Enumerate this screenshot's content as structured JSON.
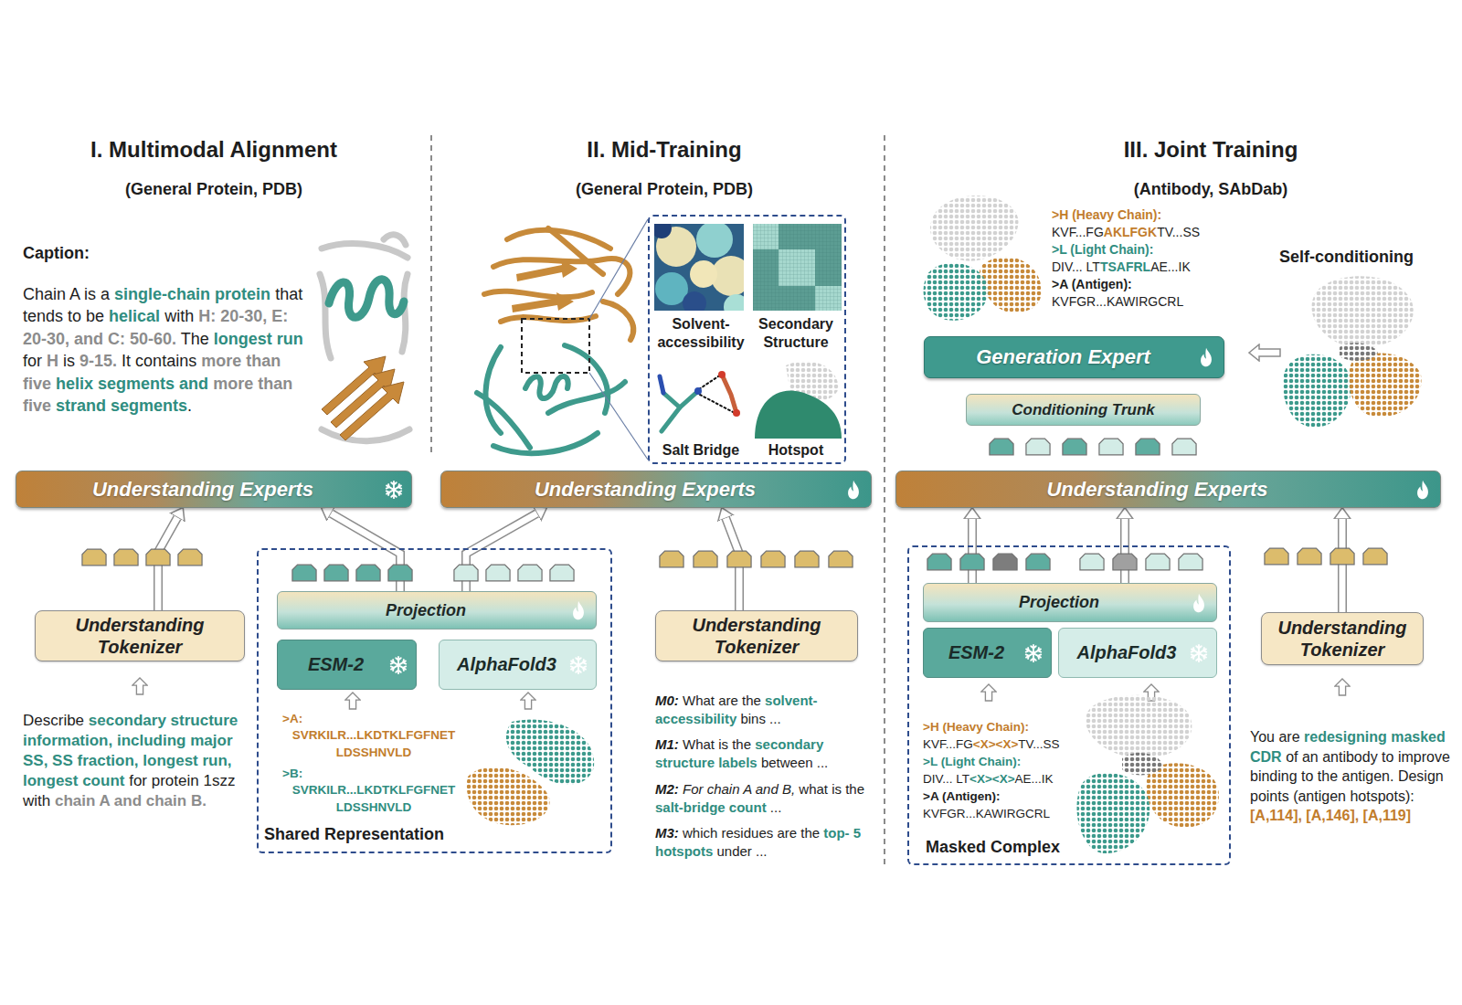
{
  "diagram": {
    "nodes": [
      {
        "text": [
          "Understanding Experts"
        ]
      },
      {
        "text": [
          "Understanding Tokenizer"
        ]
      },
      {
        "text": [
          ">A:",
          "SVRKILR...LKDTKLFGFNET LDSSHNVLD",
          ">B:",
          "SVRKILR...LKDTKLFGFNET LDSSHNVLD",
          "Shared Representation"
        ]
      },
      {
        "text": [
          "Projection"
        ],
        "in": 2
      },
      {
        "text": [
          "ESM-2"
        ],
        "in": 2
      },
      {
        "text": [
          "AlphaFold3"
        ],
        "in": 2
      },
      {
        "text": [
          "Solvent- accessibility",
          "Secondary Structure",
          "Salt Bridge",
          "Hotspot"
        ]
      },
      {
        "text": [
          "Understanding Experts"
        ]
      },
      {
        "text": [
          "Understanding Tokenizer"
        ]
      },
      {
        "text": [
          "Generation Expert"
        ]
      },
      {
        "text": [
          "Conditioning Trunk"
        ]
      },
      {
        "text": [
          "Understanding Experts"
        ]
      },
      {
        "text": [
          ">H (Heavy Chain):",
          "KVF...FG",
          "<X><X>",
          "TV...SS",
          ">L (Light Chain):",
          "DIV... LT",
          "<X><X>",
          "AE...IK",
          ">A (Antigen):",
          "KVFGR...KAWIRGCRL",
          "Masked Complex"
        ]
      },
      {
        "text": [
          "Projection"
        ],
        "in": 12
      },
      {
        "text": [
          "ESM-2"
        ],
        "in": 12
      },
      {
        "text": [
          "AlphaFold3"
        ],
        "in": 12
      },
      {
        "text": [
          "Understanding Tokenizer"
        ]
      }
    ],
    "edges": [
      {
        "from": 1,
        "to": 0,
        "arrow": "to"
      },
      {
        "from": 3,
        "to": 0,
        "arrow": "to"
      },
      {
        "from": 3,
        "to": 7,
        "arrow": "to"
      },
      {
        "from": 8,
        "to": 7,
        "arrow": "to"
      },
      {
        "from": 13,
        "to": 11,
        "arrow": "to"
      },
      {
        "from": 13,
        "to": 11,
        "arrow": "to"
      },
      {
        "from": 16,
        "to": 11,
        "arrow": "to"
      }
    ],
    "labels": [
      "I. Multimodal Alignment",
      "(General Protein, PDB)",
      "II. Mid-Training",
      "(General Protein, PDB)",
      "III. Joint Training",
      "(Antibody, SAbDab)",
      "Caption:",
      "Chain A is a",
      "single-chain protein",
      "that tends to be",
      "helical",
      "with",
      "H: 20-30, E: 20-30, and C: 50-60.",
      "The",
      "longest run",
      "for",
      "H",
      "is",
      "9-15.",
      "It contains",
      "more than five",
      "helix segments and",
      "more than five",
      "strand segments",
      ".",
      "Describe",
      "secondary structure information, including major SS, SS fraction, longest run, longest count",
      "for protein 1szz with",
      "chain A and chain B.",
      "M0:",
      "What are the",
      "solvent- accessibility",
      "bins ...",
      "M1:",
      "What is the",
      "secondary structure labels",
      "between ...",
      "M2:",
      "For chain A and B,",
      "what is the",
      "salt-bridge count",
      "...",
      "M3:",
      "which residues are the",
      "top- 5 hotspots",
      "under ...",
      ">H (Heavy Chain):",
      "KVF...FG",
      "AKLFGK",
      "TV...SS",
      ">L (Light Chain):",
      "DIV... LT",
      "TSAFRL",
      "AE...IK",
      ">A (Antigen):",
      "KVFGR...KAWIRGCRL",
      "Self-conditioning",
      "You are",
      "redesigning masked CDR",
      "of an antibody to improve binding to the antigen. Design points (antigen hotspots):",
      "[A,114], [A,146], [A,119]"
    ]
  }
}
